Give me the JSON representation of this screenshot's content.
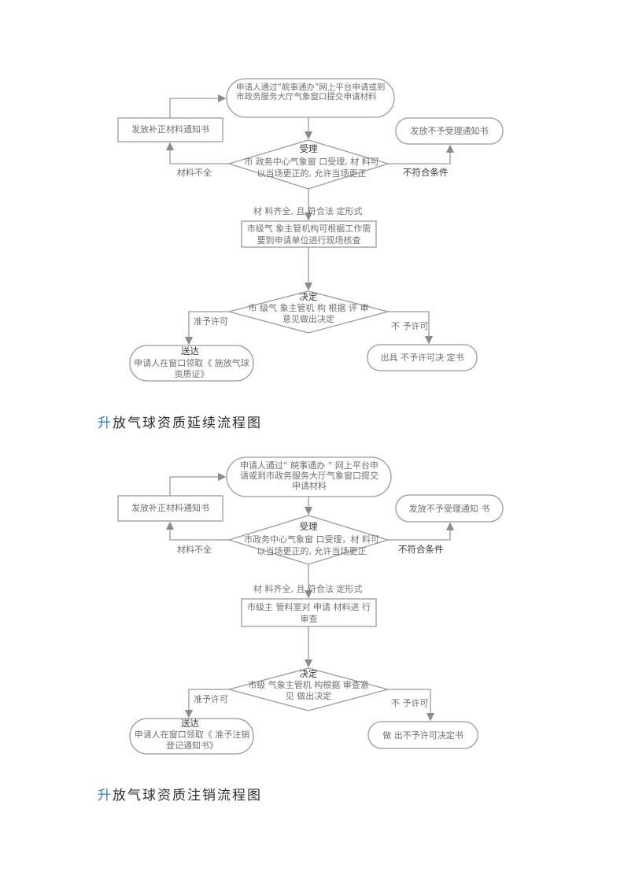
{
  "flow1": {
    "submit": "申请人通过“皖事通办”网上平台申请或到市政务服务大厅气象窗口提交申请材料",
    "issue_supplement": "发放补正材料通知书",
    "issue_reject": "发放不予受理通知书",
    "accept_title": "受理",
    "accept_body": "市 政务中心气象窗 口受理, 材 料可以当场更正的, 允许当场更正",
    "label_incomplete": "材料不全",
    "label_not_qualified": "不符合条件",
    "label_complete": "材 料齐全, 且 符合法 定形式",
    "review": "市级气 象主管机构可根据工作需要到申请单位进行现场核查",
    "decide_title": "决定",
    "decide_body": "市 级气 象主管机 构 根据 评 审意见做出决定",
    "label_permit": "准予许可",
    "label_no_permit": "不 予许可",
    "deliver_title": "送达",
    "deliver_body": "申请人在窗口领取《 施放气球资质证》",
    "no_permit_doc": "出具 不予许可决 定书"
  },
  "heading1": {
    "first_char": "升",
    "rest": "放气球资质延续流程图"
  },
  "flow2": {
    "submit": "申请人通过“ 皖事通办 ” 网上平台申请或到市政务服务大厅气象窗口提交申请材料",
    "issue_supplement": "发放补正材料通知书",
    "issue_reject": "发放不予受理通知 书",
    "accept_title": "受理",
    "accept_body": "市政务中心气象窗 口受理，材 料可以当场更正的, 允许当场更正",
    "label_incomplete": "材料不全",
    "label_not_qualified": "不符合条件",
    "label_complete": "材 料齐全, 且 符合法 定形式",
    "review": "市级主 管科室对 申请 材料进 行审查",
    "decide_title": "决定",
    "decide_body": "市级 气象主管机 构根据 审查意见  做出决定",
    "label_permit": "准予许可",
    "label_no_permit": "不 予许可",
    "deliver_title": "送达",
    "deliver_body": "申请人在窗口领取《 准予注销登记通知书》",
    "no_permit_doc": "做 出不予许可决定书"
  },
  "heading2": {
    "first_char": "升",
    "rest": "放气球资质注销流程图"
  },
  "colors": {
    "stroke": "#9a9a9a",
    "text": "#6f6f6f",
    "heading_accent": "#2f7ec7"
  }
}
